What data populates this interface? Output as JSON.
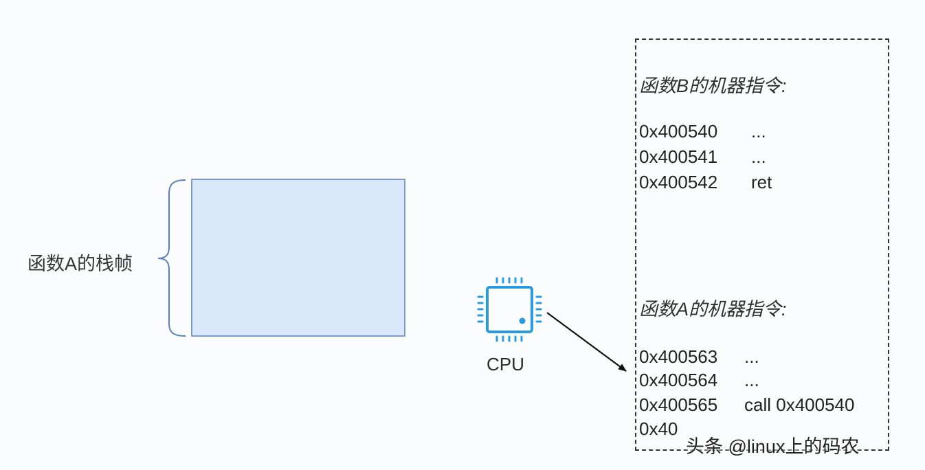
{
  "stack_frame": {
    "label": "函数A的栈帧"
  },
  "cpu": {
    "label": "CPU",
    "icon": "cpu-chip-icon",
    "color": "#2a9be0"
  },
  "function_b": {
    "title": "函数B的机器指令:",
    "instructions": [
      {
        "address": "0x400540",
        "op": "..."
      },
      {
        "address": "0x400541",
        "op": "..."
      },
      {
        "address": "0x400542",
        "op": "ret"
      }
    ]
  },
  "function_a": {
    "title": "函数A的机器指令:",
    "instructions": [
      {
        "address": "0x400563",
        "op": "..."
      },
      {
        "address": "0x400564",
        "op": "..."
      },
      {
        "address": "0x400565",
        "op": "call 0x400540"
      },
      {
        "address": "0x40",
        "op": ""
      }
    ]
  },
  "watermark": "头条 @linux上的码农",
  "colors": {
    "frame_fill": "#d9e7fb",
    "frame_stroke": "#5b80b5",
    "brace": "#5b80b5"
  }
}
